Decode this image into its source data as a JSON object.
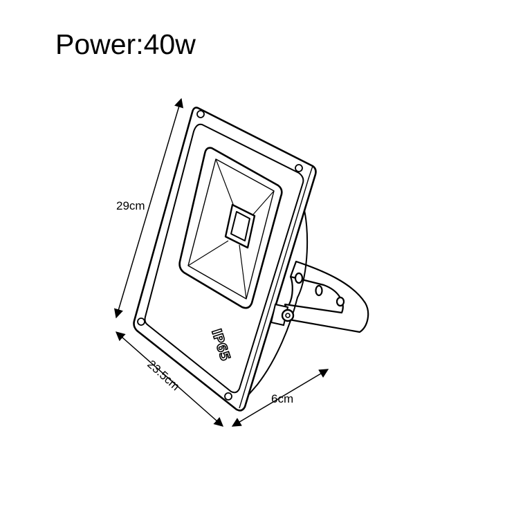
{
  "title": "Power:40w",
  "badge_text": "IP65",
  "dimensions": {
    "height": "29cm",
    "width": "23.5cm",
    "depth": "6cm"
  }
}
